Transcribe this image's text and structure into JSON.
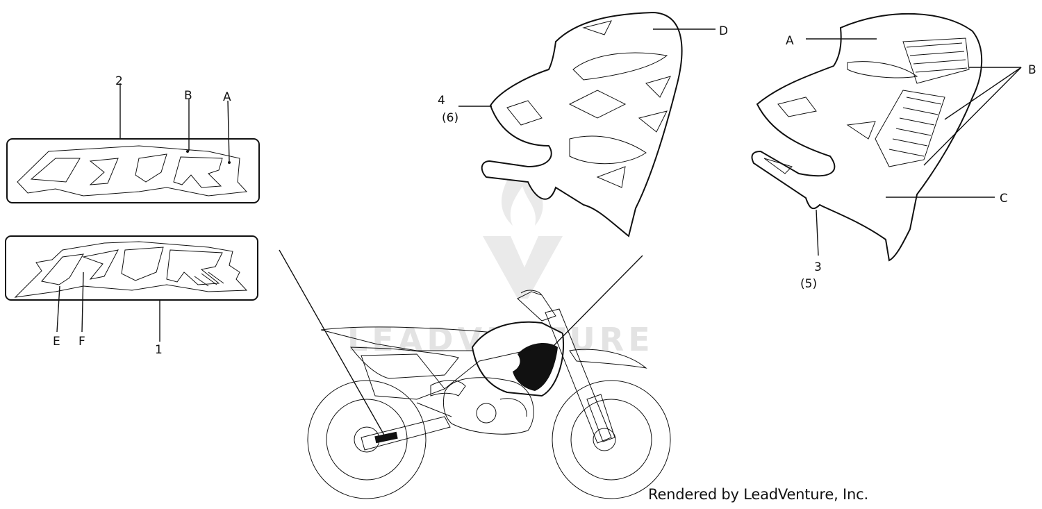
{
  "watermark": {
    "text": "LEADVENTURE"
  },
  "credit": "Rendered by LeadVenture, Inc.",
  "parts": {
    "emblem_2": {
      "ref": "2",
      "callouts": [
        "B",
        "A"
      ],
      "logo_text": "125R"
    },
    "emblem_1": {
      "ref": "1",
      "callouts": [
        "E",
        "F"
      ],
      "logo_text": "125R"
    },
    "shroud_left": {
      "ref": "4",
      "alt_ref": "(6)",
      "callouts": [
        "D"
      ]
    },
    "shroud_right": {
      "ref": "3",
      "alt_ref": "(5)",
      "callouts": [
        "A",
        "B",
        "C"
      ]
    }
  },
  "colors": {
    "line": "#111111",
    "background": "#ffffff",
    "watermark": "#d9d9d9"
  }
}
